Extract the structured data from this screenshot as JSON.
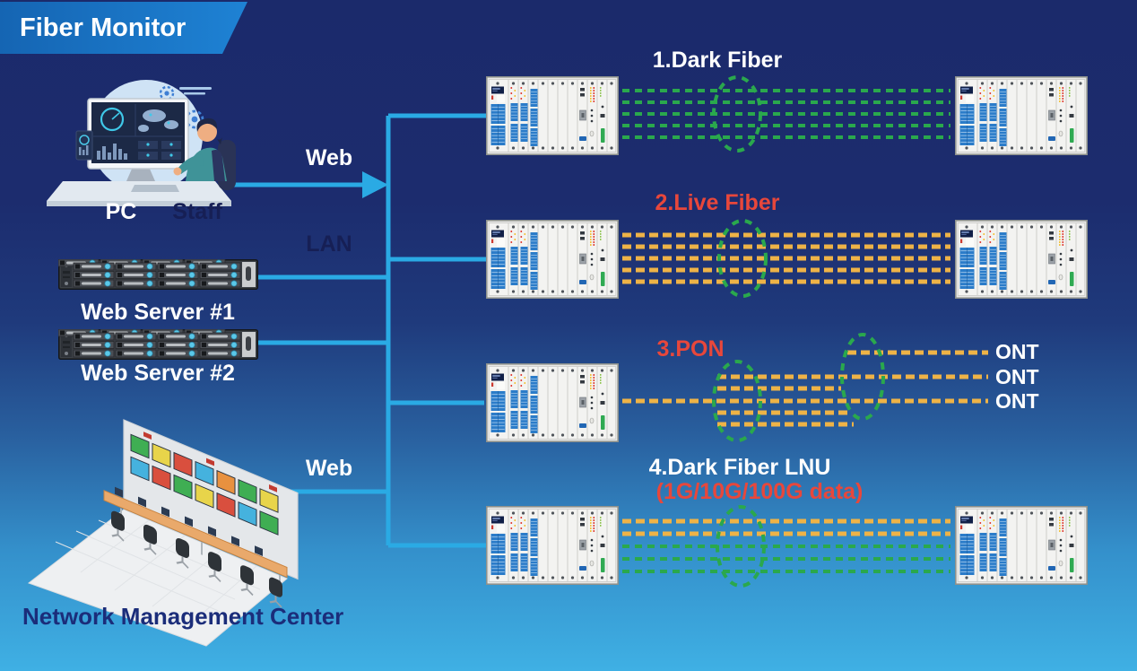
{
  "banner": {
    "title": "Fiber Monitor"
  },
  "nodes": {
    "pc": "PC",
    "staff": "Staff",
    "web_server_1": "Web Server #1",
    "web_server_2": "Web Server #2",
    "nmc": "Network Management Center"
  },
  "links": {
    "web_top": "Web",
    "lan": "LAN",
    "web_bottom": "Web"
  },
  "scenarios": [
    {
      "label": "1.Dark Fiber"
    },
    {
      "label": "2.Live Fiber"
    },
    {
      "label": "3.PON"
    },
    {
      "label": "4.Dark Fiber LNU",
      "sublabel": "(1G/10G/100G data)"
    }
  ],
  "ont": [
    "ONT",
    "ONT",
    "ONT"
  ],
  "colors": {
    "background_top": "#1b2a6b",
    "background_bottom": "#3fb0e4",
    "banner_blue": "#1e82d4",
    "link_cyan": "#2aaae4",
    "fiber_green": "#2aa84d",
    "fiber_orange": "#eeb347",
    "label_red": "#e8473b",
    "label_white": "#ffffff",
    "label_navy": "#1b2d7a",
    "watermark_navy": "#161f55"
  }
}
